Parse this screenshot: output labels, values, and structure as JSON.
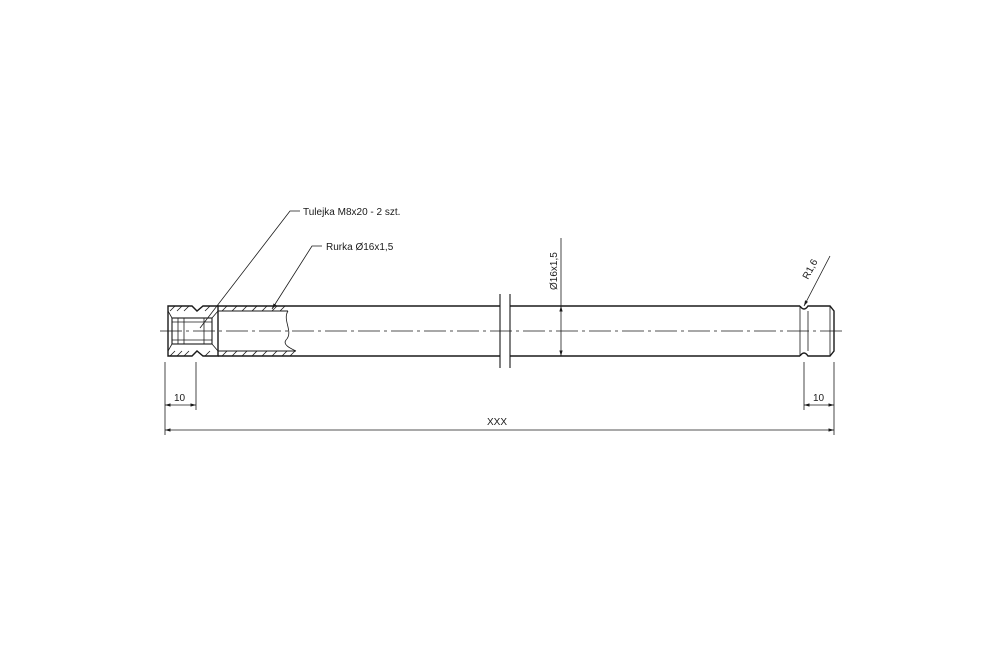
{
  "labels": {
    "insert_callout": "Tulejka M8x20 - 2 szt.",
    "tube_callout": "Rurka Ø16x1,5",
    "diameter_dim": "Ø16x1,5",
    "radius_dim": "R1,6",
    "left_dim": "10",
    "right_dim": "10",
    "overall_dim": "XXX"
  }
}
